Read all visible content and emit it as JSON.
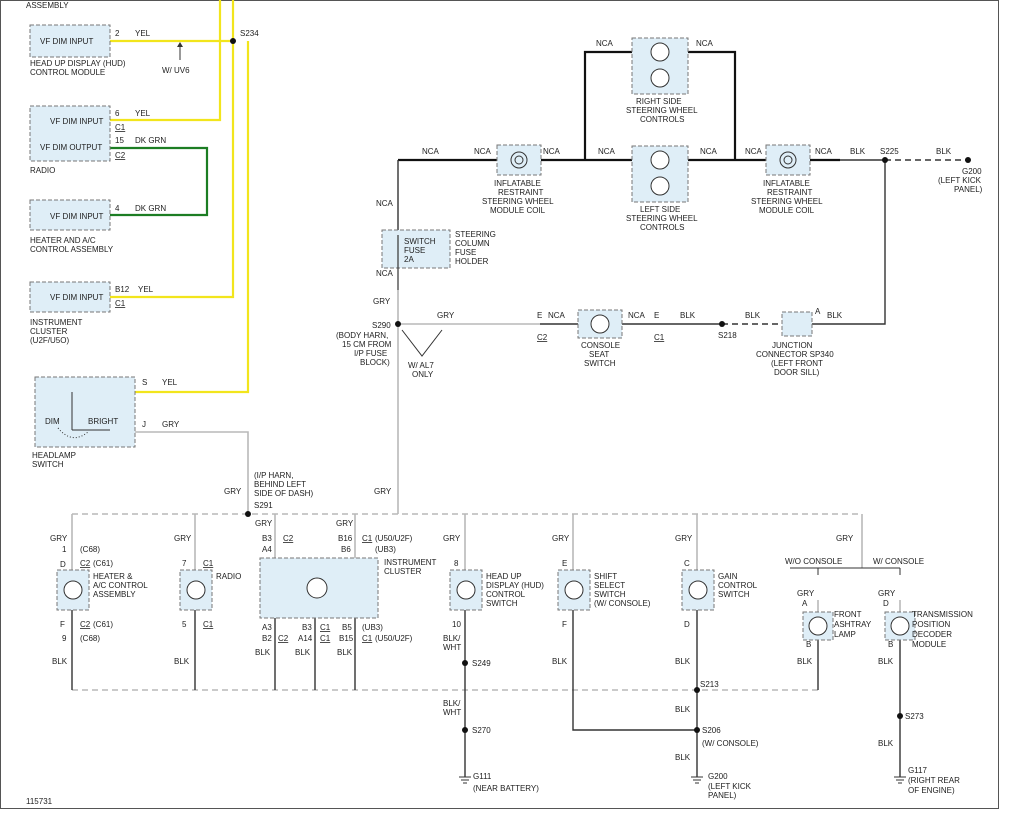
{
  "diagram_id": "115731",
  "top_partial": "ASSEMBLY",
  "modules": {
    "hud": {
      "pin_label": "VF DIM INPUT",
      "pin": "2",
      "wire": "YEL",
      "name_1": "HEAD UP DISPLAY (HUD)",
      "name_2": "CONTROL MODULE"
    },
    "radio": {
      "pin1_label": "VF DIM INPUT",
      "pin1": "6",
      "wire1": "YEL",
      "conn1": "C1",
      "pin2_label": "VF DIM OUTPUT",
      "pin2": "15",
      "wire2": "DK GRN",
      "conn2": "C2",
      "name": "RADIO"
    },
    "hvac": {
      "pin_label": "VF DIM INPUT",
      "pin": "4",
      "wire": "DK GRN",
      "name_1": "HEATER AND A/C",
      "name_2": "CONTROL ASSEMBLY"
    },
    "cluster": {
      "pin_label": "VF DIM INPUT",
      "pin": "B12",
      "wire": "YEL",
      "conn": "C1",
      "name_1": "INSTRUMENT",
      "name_2": "CLUSTER",
      "name_3": "(U2F/U5O)"
    },
    "headlamp": {
      "dim": "DIM",
      "bright": "BRIGHT",
      "pin_s": "S",
      "wire_s": "YEL",
      "pin_j": "J",
      "wire_j": "GRY",
      "name_1": "HEADLAMP",
      "name_2": "SWITCH"
    }
  },
  "splices": {
    "s234": "S234",
    "w_uv6": "W/ UV6",
    "s225": "S225",
    "s290": "S290",
    "s290_1": "(BODY HARN,",
    "s290_2": "15 CM FROM",
    "s290_3": "I/P FUSE",
    "s290_4": "BLOCK)",
    "s291": "S291",
    "s291_1": "(I/P HARN,",
    "s291_2": "BEHIND LEFT",
    "s291_3": "SIDE OF DASH)",
    "s218": "S218",
    "s249": "S249",
    "s270": "S270",
    "s213": "S213",
    "s206": "S206",
    "s206_note": "(W/ CONSOLE)",
    "s273": "S273",
    "w_al7_1": "W/ AL7",
    "w_al7_2": "ONLY"
  },
  "grounds": {
    "g200_top": "G200",
    "g200_top_1": "(LEFT KICK",
    "g200_top_2": "PANEL)",
    "g111": "G111",
    "g111_1": "(NEAR BATTERY)",
    "g200_bot": "G200",
    "g200_bot_1": "(LEFT KICK",
    "g200_bot_2": "PANEL)",
    "g117": "G117",
    "g117_1": "(RIGHT REAR",
    "g117_2": "OF ENGINE)"
  },
  "steering": {
    "coil_l_1": "INFLATABLE",
    "coil_l_2": "RESTRAINT",
    "coil_l_3": "STEERING WHEEL",
    "coil_l_4": "MODULE COIL",
    "coil_r_1": "INFLATABLE",
    "coil_r_2": "RESTRAINT",
    "coil_r_3": "STEERING WHEEL",
    "coil_r_4": "MODULE COIL",
    "right_ctl_1": "RIGHT SIDE",
    "right_ctl_2": "STEERING WHEEL",
    "right_ctl_3": "CONTROLS",
    "left_ctl_1": "LEFT SIDE",
    "left_ctl_2": "STEERING WHEEL",
    "left_ctl_3": "CONTROLS",
    "fuse_1": "SWITCH",
    "fuse_2": "FUSE",
    "fuse_3": "2A",
    "holder_1": "STEERING",
    "holder_2": "COLUMN",
    "holder_3": "FUSE",
    "holder_4": "HOLDER",
    "nca": "NCA",
    "blk": "BLK",
    "gry": "GRY"
  },
  "console": {
    "name_1": "CONSOLE",
    "name_2": "SEAT",
    "name_3": "SWITCH",
    "pin_e": "E",
    "c2": "C2",
    "c1": "C1",
    "jc_1": "JUNCTION",
    "jc_2": "CONNECTOR SP340",
    "jc_3": "(LEFT FRONT",
    "jc_4": "DOOR SILL)",
    "pin_a": "A"
  },
  "bottom": {
    "hvac_1": "HEATER &",
    "hvac_2": "A/C CONTROL",
    "hvac_3": "ASSEMBLY",
    "c68": "(C68)",
    "c61": "(C61)",
    "pin_1": "1",
    "pin_d": "D",
    "pin_f": "F",
    "pin_9": "9",
    "c2": "C2",
    "radio": "RADIO",
    "pin_7": "7",
    "pin_5": "5",
    "c1": "C1",
    "cluster_1": "INSTRUMENT",
    "cluster_2": "CLUSTER",
    "u50": "(U50/U2F)",
    "ub3": "(UB3)",
    "b3": "B3",
    "a4": "A4",
    "b16": "B16",
    "b6": "B6",
    "a3": "A3",
    "b2": "B2",
    "a14": "A14",
    "b5": "B5",
    "b15": "B15",
    "hud_1": "HEAD UP",
    "hud_2": "DISPLAY (HUD)",
    "hud_3": "CONTROL",
    "hud_4": "SWITCH",
    "pin_8": "8",
    "pin_10": "10",
    "blk_wht_1": "BLK/",
    "blk_wht_2": "WHT",
    "shift_1": "SHIFT",
    "shift_2": "SELECT",
    "shift_3": "SWITCH",
    "shift_4": "(W/ CONSOLE)",
    "pin_e": "E",
    "gain_1": "GAIN",
    "gain_2": "CONTROL",
    "gain_3": "SWITCH",
    "pin_c": "C",
    "wo_console": "W/O CONSOLE",
    "w_console": "W/ CONSOLE",
    "ashtray_1": "FRONT",
    "ashtray_2": "ASHTRAY",
    "ashtray_3": "LAMP",
    "pin_a": "A",
    "pin_b": "B",
    "trans_1": "TRANSMISSION",
    "trans_2": "POSITION",
    "trans_3": "DECODER",
    "trans_4": "MODULE"
  }
}
